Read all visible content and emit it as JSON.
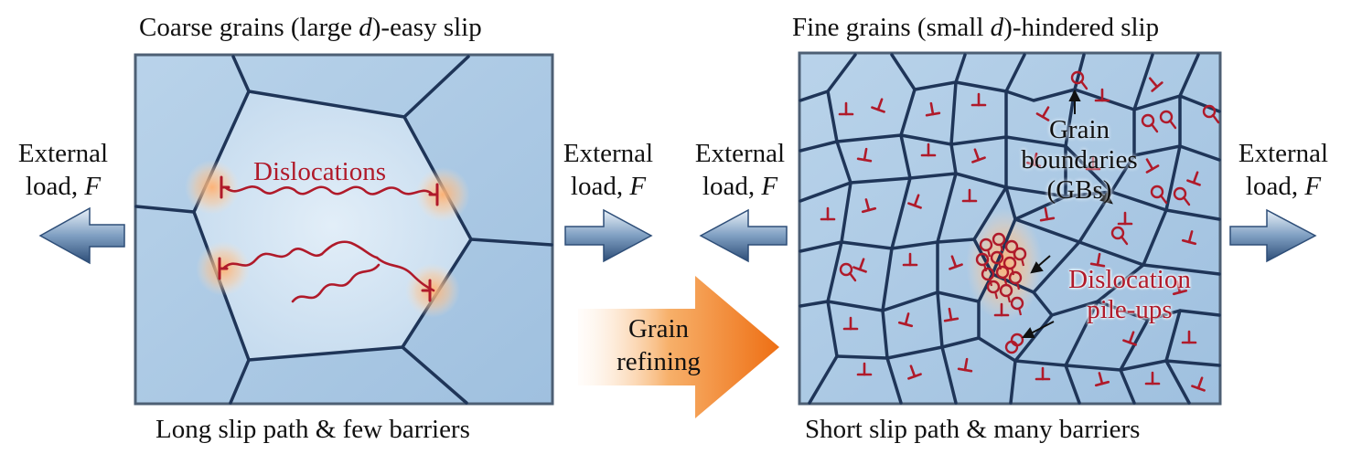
{
  "left_panel": {
    "title_prefix": "Coarse grains (large ",
    "title_var": "d",
    "title_suffix": ")-easy slip",
    "caption": "Long slip path & few barriers",
    "dislocations_label": "Dislocations"
  },
  "right_panel": {
    "title_prefix": "Fine grains (small ",
    "title_var": "d",
    "title_suffix": ")-hindered slip",
    "caption": "Short slip path & many barriers",
    "gb_label_line1": "Grain",
    "gb_label_line2": "boundaries",
    "gb_label_line3": "(GBs)",
    "pileup_label_line1": "Dislocation",
    "pileup_label_line2": "pile-ups"
  },
  "load_labels": {
    "line1": "External",
    "line2_prefix": "load, ",
    "line2_var": "F"
  },
  "refining_arrow": {
    "line1": "Grain",
    "line2": "refining"
  },
  "colors": {
    "grain_fill": "#a9c8e4",
    "center_grain_fill": "#d4e5f4",
    "boundary": "#1f3558",
    "dislocation": "#b01a2a",
    "glow": "#ff9a55",
    "arrow_blue": "#3e5f88",
    "arrow_orange": "#f07a1e"
  }
}
